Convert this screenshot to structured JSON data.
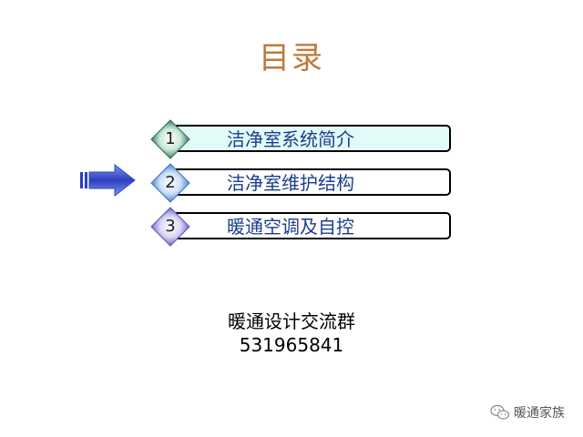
{
  "title": "目录",
  "items": [
    {
      "number": "1",
      "label": "洁净室系统简介",
      "diamond_color": "#3e7a63",
      "bar_color": "#2aa58f"
    },
    {
      "number": "2",
      "label": "洁净室维护结构",
      "diamond_color": "#4a85d0",
      "bar_color": "#95b6e4"
    },
    {
      "number": "3",
      "label": "暖通空调及自控",
      "diamond_color": "#6f67c9",
      "bar_color": "#9b97d9"
    }
  ],
  "current_item": "2",
  "contact": {
    "line1": "暖通设计交流群",
    "line2": "531965841"
  },
  "brand": {
    "name": "暖通家族",
    "icon": "wechat-icon"
  }
}
